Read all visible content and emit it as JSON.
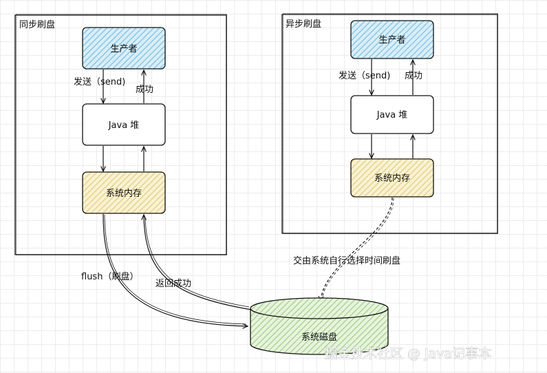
{
  "panels": {
    "sync_title": "同步刷盘",
    "async_title": "异步刷盘"
  },
  "nodes": {
    "producer": "生产者",
    "java_heap": "Java 堆",
    "system_memory": "系统内存",
    "system_disk": "系统磁盘"
  },
  "edges": {
    "send": "发送（send)",
    "success": "成功",
    "flush": "flush（刷盘）",
    "return_success": "返回成功",
    "os_decides": "交由系统自行选择时间刷盘"
  },
  "watermark": "掘金技术社区 @ Java记事本",
  "colors": {
    "producer_fill": "#9ccfe8",
    "memory_fill": "#efe0a6",
    "disk_fill": "#c4e2b2",
    "stroke": "#111111"
  }
}
